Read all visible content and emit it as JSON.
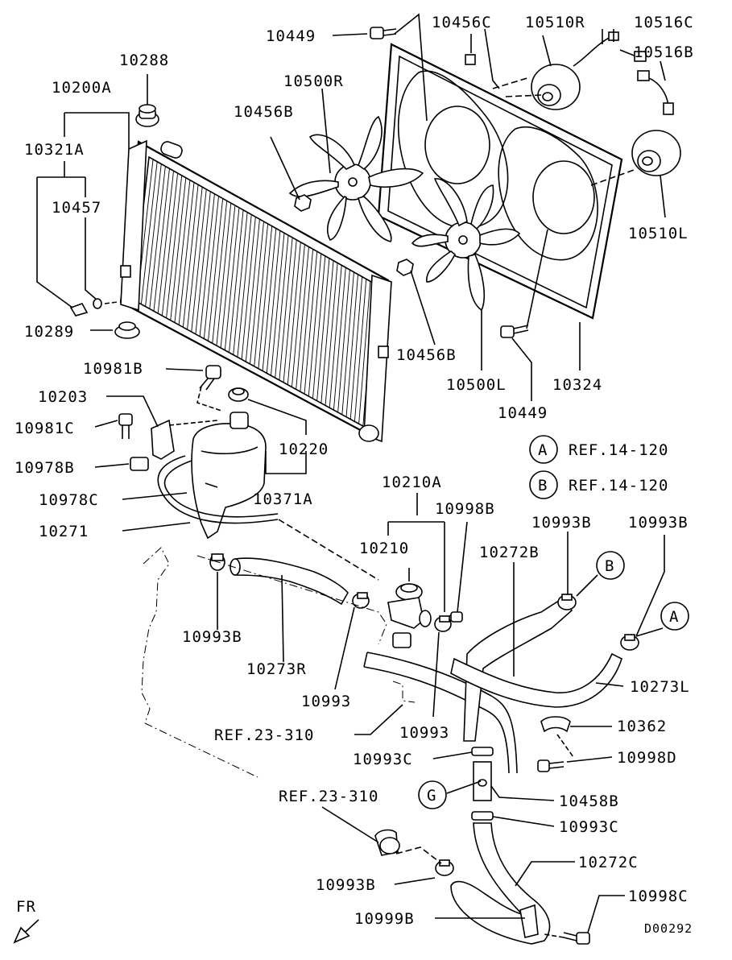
{
  "diagram_code": "D00292",
  "direction_label": "FR",
  "references": [
    {
      "mark": "A",
      "text": "REF.14-120"
    },
    {
      "mark": "B",
      "text": "REF.14-120"
    }
  ],
  "callout_marks": {
    "a": "A",
    "b": "B",
    "g": "G"
  },
  "labels": {
    "p10449_top": "10449",
    "p10456C": "10456C",
    "p10510R": "10510R",
    "p10516C": "10516C",
    "p10516B": "10516B",
    "p10288": "10288",
    "p10200A": "10200A",
    "p10500R": "10500R",
    "p10456B_top": "10456B",
    "p10321A": "10321A",
    "p10457": "10457",
    "p10510L": "10510L",
    "p10289": "10289",
    "p10456B_bot": "10456B",
    "p10500L": "10500L",
    "p10324": "10324",
    "p10449_bot": "10449",
    "p10981B": "10981B",
    "p10203": "10203",
    "p10981C": "10981C",
    "p10220": "10220",
    "p10978B": "10978B",
    "p10371A": "10371A",
    "p10978C": "10978C",
    "p10271": "10271",
    "p10210A": "10210A",
    "p10998B": "10998B",
    "p10993B_a": "10993B",
    "p10993B_b": "10993B",
    "p10210": "10210",
    "p10272B": "10272B",
    "p10993B_c": "10993B",
    "p10273R": "10273R",
    "p10993_a": "10993",
    "p10993_b": "10993",
    "p10273L": "10273L",
    "ref23_a": "REF.23-310",
    "p10362": "10362",
    "p10993C_a": "10993C",
    "p10998D": "10998D",
    "p10458B": "10458B",
    "ref23_b": "REF.23-310",
    "p10993C_b": "10993C",
    "p10272C": "10272C",
    "p10993B_d": "10993B",
    "p10998C": "10998C",
    "p10999B": "10999B"
  }
}
